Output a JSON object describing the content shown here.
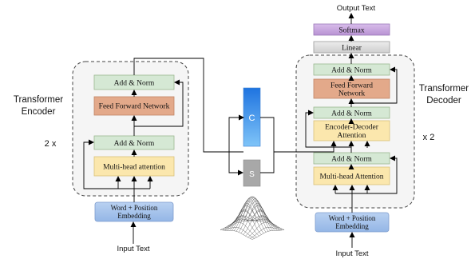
{
  "encoder": {
    "title_line1": "Transformer",
    "title_line2": "Encoder",
    "repeat": "2 x",
    "add_norm_top": "Add & Norm",
    "feed_forward": "Feed Forward Network",
    "add_norm_bottom": "Add & Norm",
    "attention": "Multi-head attention",
    "embedding_line1": "Word + Position",
    "embedding_line2": "Embedding",
    "input": "Input Text"
  },
  "middle": {
    "c_label": "C",
    "s_label": "S"
  },
  "decoder": {
    "title_line1": "Transformer",
    "title_line2": "Decoder",
    "repeat": "x 2",
    "output": "Output Text",
    "softmax": "Softmax",
    "linear": "Linear",
    "add_norm_1": "Add & Norm",
    "feed_forward_line1": "Feed Forward",
    "feed_forward_line2": "Network",
    "add_norm_2": "Add & Norm",
    "enc_dec_line1": "Encoder-Decoder",
    "enc_dec_line2": "Attention",
    "add_norm_3": "Add & Norm",
    "attention": "Multi-head Attention",
    "embedding_line1": "Word + Position",
    "embedding_line2": "Embedding",
    "input": "Input Text"
  },
  "colors": {
    "add_norm": "#d5e8d4",
    "add_norm_stroke": "#9bb890",
    "feed_forward": "#e3a98a",
    "feed_forward_stroke": "#c08565",
    "attention": "#fbe7ad",
    "attention_stroke": "#d9c27a",
    "embedding": "#a9c4ea",
    "embedding_stroke": "#7e9ccd",
    "softmax": "#c9a6e0",
    "linear": "#dcdcdc",
    "block_bg": "#f5f5f5",
    "c_top": "#1f74e0",
    "c_bottom": "#7fc4f8",
    "s_box": "#a8a8a8"
  }
}
